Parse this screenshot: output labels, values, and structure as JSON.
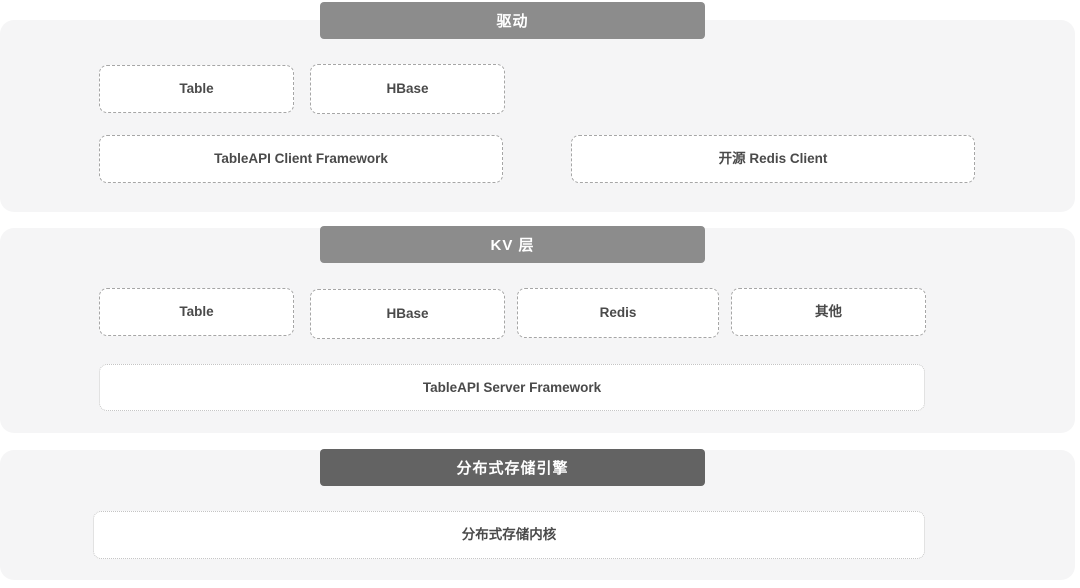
{
  "sections": [
    {
      "id": "driver",
      "header": "驱动",
      "header_color": "#8c8c8c",
      "nodes": [
        {
          "label": "Table",
          "border": "dashed"
        },
        {
          "label": "HBase",
          "border": "dashed"
        },
        {
          "label": "TableAPI Client Framework",
          "border": "dashed"
        },
        {
          "label": "开源 Redis Client",
          "border": "dashed"
        }
      ]
    },
    {
      "id": "kv-layer",
      "header": "KV 层",
      "header_color": "#8c8c8c",
      "nodes": [
        {
          "label": "Table",
          "border": "dashed"
        },
        {
          "label": "HBase",
          "border": "dashed"
        },
        {
          "label": "Redis",
          "border": "dashed"
        },
        {
          "label": "其他",
          "border": "dashed"
        },
        {
          "label": "TableAPI Server Framework",
          "border": "dotted"
        }
      ]
    },
    {
      "id": "storage-engine",
      "header": "分布式存储引擎",
      "header_color": "#636363",
      "nodes": [
        {
          "label": "分布式存储内核",
          "border": "dotted"
        }
      ]
    }
  ],
  "colors": {
    "panel_background": "#f5f5f6",
    "page_background": "#ffffff",
    "node_background": "#ffffff",
    "node_border_dashed": "#a6a6a6",
    "node_border_dotted": "#c4c4c4",
    "node_text": "#4a4a4a",
    "header_text": "#ffffff"
  }
}
